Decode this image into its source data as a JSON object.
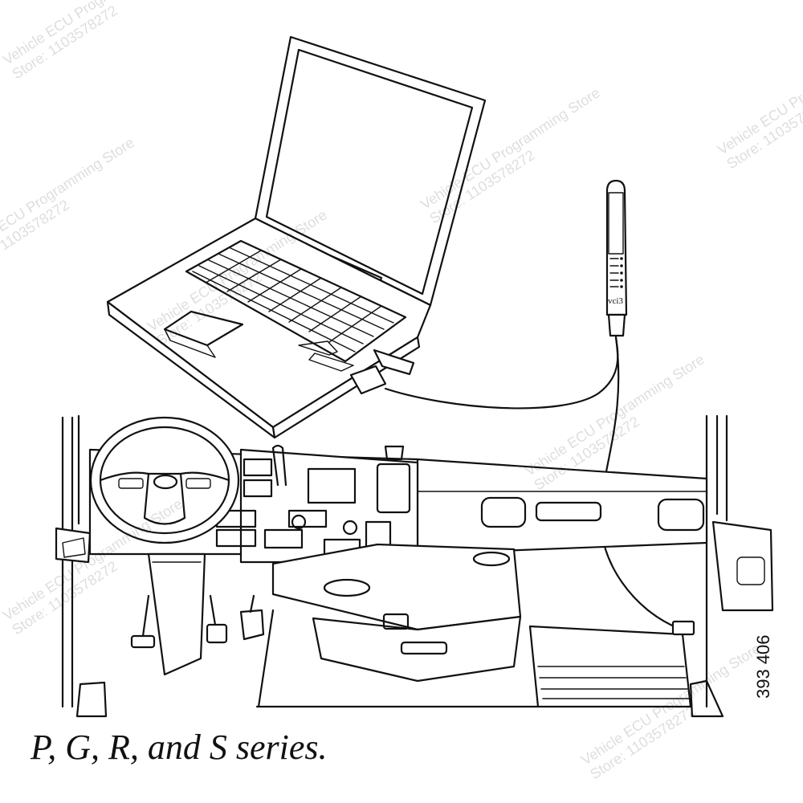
{
  "caption": "P, G, R, and S series.",
  "reference_number": "393 406",
  "device_label": "vci3",
  "watermark": {
    "line1": "Vehicle ECU Programming Store",
    "line2": "Store: 1103578272"
  }
}
